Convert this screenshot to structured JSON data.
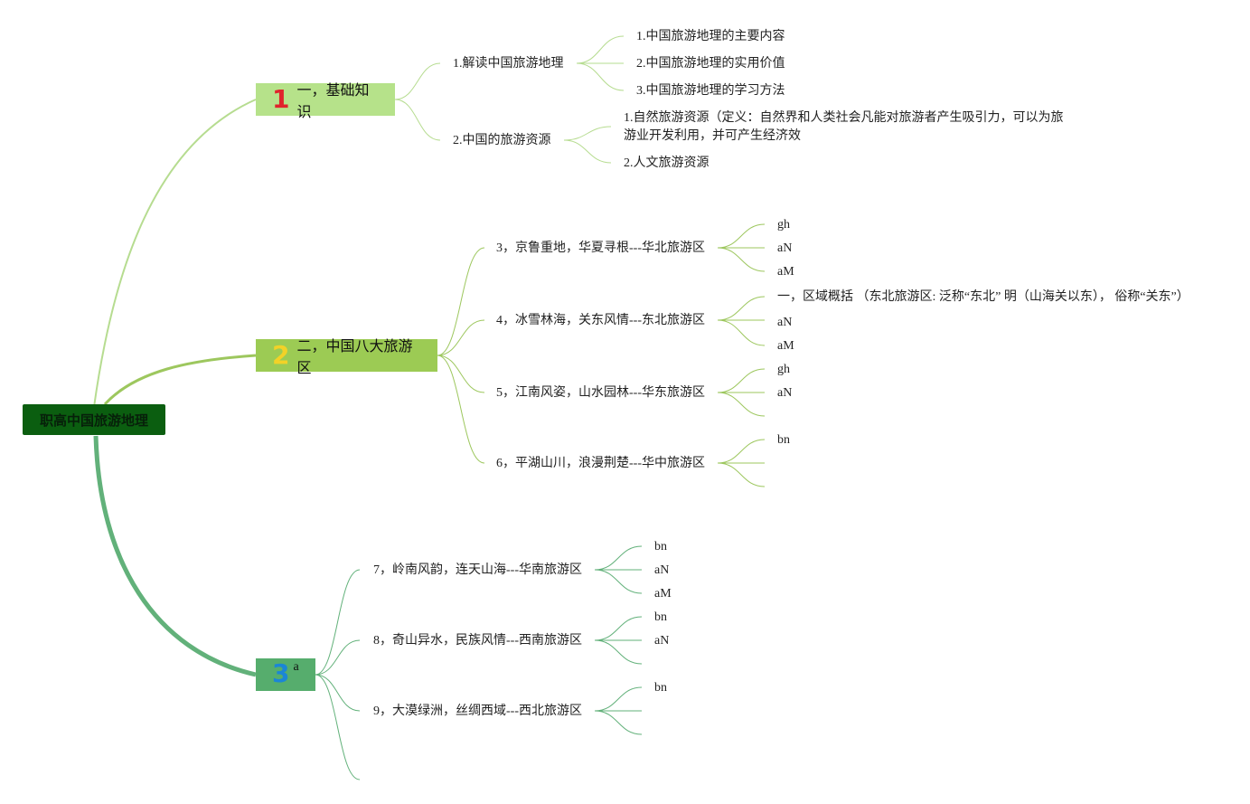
{
  "root": {
    "label": "职高中国旅游地理"
  },
  "colors": {
    "root_fill": "#0b5e10",
    "branch1_fill": "#b6e28a",
    "branch1_line": "#b6dc90",
    "branch2_fill": "#9ccb54",
    "branch2_line": "#9dc75e",
    "branch3_fill": "#56ad6d",
    "branch3_line": "#62b17a",
    "num1": "#e0242c",
    "num2": "#f2d227",
    "num3": "#1b86d6"
  },
  "branches": [
    {
      "number": "1",
      "label": "一，基础知识",
      "children": [
        {
          "label": "1.解读中国旅游地理",
          "children": [
            "1.中国旅游地理的主要内容",
            "2.中国旅游地理的实用价值",
            "3.中国旅游地理的学习方法"
          ]
        },
        {
          "label": "2.中国的旅游资源",
          "children": [
            "1.自然旅游资源（定义：自然界和人类社会凡能对旅游者产生吸引力，可以为旅游业开发利用，并可产生经济效",
            "2.人文旅游资源"
          ]
        }
      ]
    },
    {
      "number": "2",
      "label": "二，中国八大旅游区",
      "children": [
        {
          "label": "3，京鲁重地，华夏寻根---华北旅游区",
          "children": [
            "gh",
            "aN",
            "aM"
          ]
        },
        {
          "label": "4，冰雪林海，关东风情---东北旅游区",
          "children": [
            "一，区域概括 （东北旅游区: 泛称“东北” 明（山海关以东）， 俗称“关东”）",
            "aN",
            "aM"
          ]
        },
        {
          "label": "5，江南风姿，山水园林---华东旅游区",
          "children": [
            "gh",
            "aN",
            ""
          ]
        },
        {
          "label": "6，平湖山川，浪漫荆楚---华中旅游区",
          "children": [
            "bn",
            "",
            ""
          ]
        }
      ]
    },
    {
      "number": "3",
      "label": "a",
      "children": [
        {
          "label": "7，岭南风韵，连天山海---华南旅游区",
          "children": [
            "bn",
            "aN",
            "aM"
          ]
        },
        {
          "label": "8，奇山异水，民族风情---西南旅游区",
          "children": [
            "bn",
            "aN",
            ""
          ]
        },
        {
          "label": "9，大漠绿洲，丝绸西域---西北旅游区",
          "children": [
            "bn",
            "",
            ""
          ]
        },
        {
          "label": "",
          "children": []
        }
      ]
    }
  ]
}
